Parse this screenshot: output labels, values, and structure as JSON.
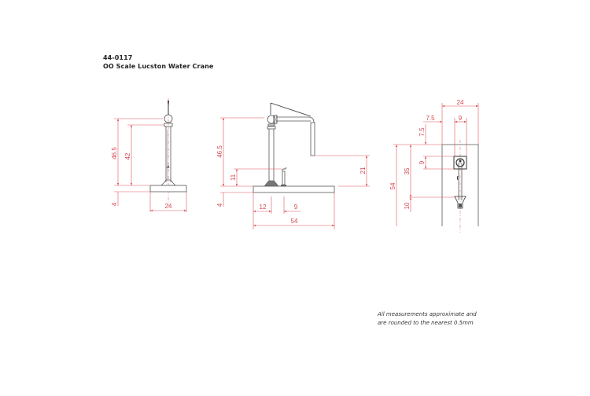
{
  "title": {
    "part_number": "44-0117",
    "name": "OO Scale Lucston Water Crane"
  },
  "note": {
    "line1": "All measurements approximate and",
    "line2": "are rounded to the nearest 0.5mm"
  },
  "colors": {
    "dimension": "#e0555c",
    "outline": "#555555",
    "background": "#ffffff"
  },
  "views": {
    "side": {
      "dims": {
        "overall_height": "46.5",
        "column_height": "42",
        "base_thickness": "4",
        "base_width": "24"
      }
    },
    "front": {
      "dims": {
        "overall_height": "46.5",
        "lever_height": "11",
        "spout_height": "21",
        "base_thickness": "4",
        "offset_column": "12",
        "offset_lever": "9",
        "base_length": "54"
      }
    },
    "plan": {
      "dims": {
        "width": "24",
        "offset_left": "7.5",
        "pivot_width": "9",
        "offset_top": "7.5",
        "length": "54",
        "to_lever": "35",
        "pivot_depth": "9",
        "end_depth": "10"
      }
    }
  }
}
